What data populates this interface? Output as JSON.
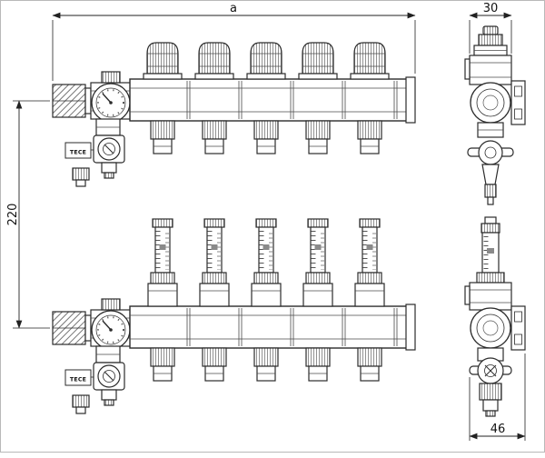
{
  "dimensions": {
    "a": "a",
    "top_depth": "30",
    "height": "220",
    "bottom_depth": "46"
  },
  "labels": {
    "brand_top": "TECE",
    "brand_bottom": "TECE"
  },
  "colors": {
    "line": "#2b2b2b",
    "background": "#ffffff"
  }
}
